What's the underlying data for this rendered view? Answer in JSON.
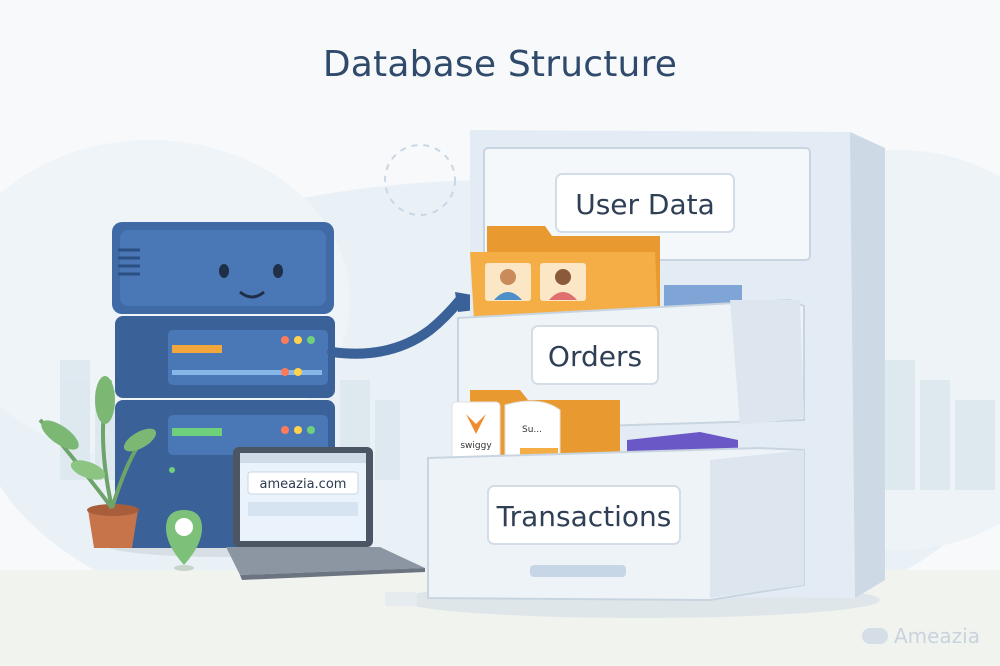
{
  "title": "Database Structure",
  "cabinet": {
    "drawers": [
      {
        "label": "User Data"
      },
      {
        "label": "Orders"
      },
      {
        "label": "Transactions"
      }
    ]
  },
  "laptop": {
    "screen_text": "ameazia.com"
  },
  "orders_folder": {
    "swiggy_label": "swiggy",
    "tag_text": "Su..."
  },
  "watermark": "Ameazia",
  "colors": {
    "title": "#2f4a6a",
    "server": "#3f6aa6",
    "folder": "#f2a63c",
    "cabinet": "#e3ecf4",
    "label_text": "#2f3f55"
  },
  "icons": [
    "server-robot-icon",
    "laptop-icon",
    "plant-icon",
    "map-pin-icon",
    "folder-icon",
    "user-avatar-icon",
    "credit-card-icon"
  ]
}
